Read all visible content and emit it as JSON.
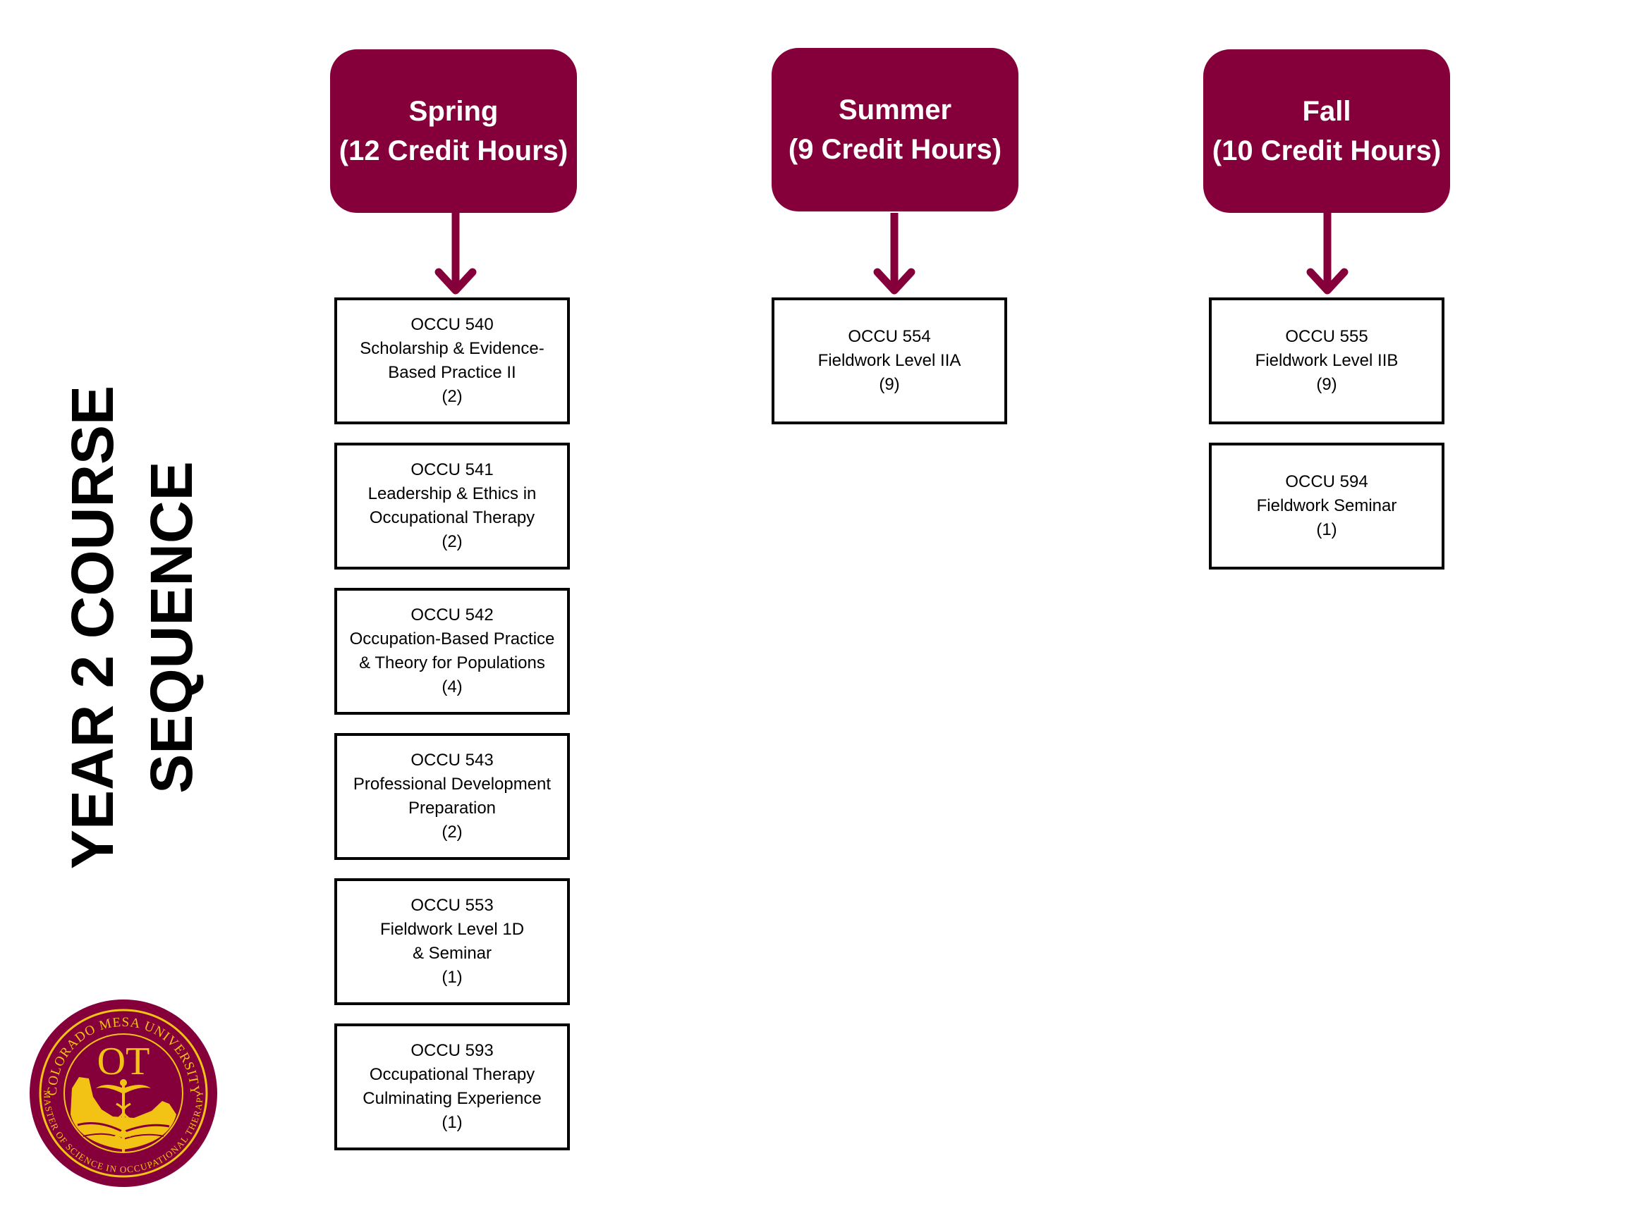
{
  "title": {
    "line1": "YEAR 2 COURSE",
    "line2": "SEQUENCE"
  },
  "colors": {
    "maroon": "#85003a",
    "gold": "#f2c314",
    "text": "#000000"
  },
  "terms": [
    {
      "name": "Spring",
      "credits": "(12 Credit Hours)",
      "courses": [
        {
          "code": "OCCU 540",
          "title_lines": [
            "Scholarship & Evidence-",
            "Based Practice II"
          ],
          "credits": "(2)"
        },
        {
          "code": "OCCU 541",
          "title_lines": [
            "Leadership & Ethics in",
            "Occupational Therapy"
          ],
          "credits": "(2)"
        },
        {
          "code": "OCCU 542",
          "title_lines": [
            "Occupation-Based Practice",
            "& Theory for Populations"
          ],
          "credits": "(4)"
        },
        {
          "code": "OCCU 543",
          "title_lines": [
            "Professional Development",
            "Preparation"
          ],
          "credits": "(2)"
        },
        {
          "code": "OCCU 553",
          "title_lines": [
            "Fieldwork Level 1D",
            "& Seminar"
          ],
          "credits": "(1)"
        },
        {
          "code": "OCCU 593",
          "title_lines": [
            "Occupational Therapy",
            "Culminating Experience"
          ],
          "credits": "(1)"
        }
      ]
    },
    {
      "name": "Summer",
      "credits": "(9 Credit Hours)",
      "courses": [
        {
          "code": "OCCU 554",
          "title_lines": [
            "Fieldwork Level IIA"
          ],
          "credits": "(9)"
        }
      ]
    },
    {
      "name": "Fall",
      "credits": "(10 Credit Hours)",
      "courses": [
        {
          "code": "OCCU 555",
          "title_lines": [
            "Fieldwork Level IIB"
          ],
          "credits": "(9)"
        },
        {
          "code": "OCCU 594",
          "title_lines": [
            "Fieldwork Seminar"
          ],
          "credits": "(1)"
        }
      ]
    }
  ],
  "logo": {
    "top_text": "COLORADO MESA UNIVERSITY",
    "center_text": "OT",
    "bottom_text": "MASTER OF SCIENCE IN OCCUPATIONAL THERAPY"
  }
}
